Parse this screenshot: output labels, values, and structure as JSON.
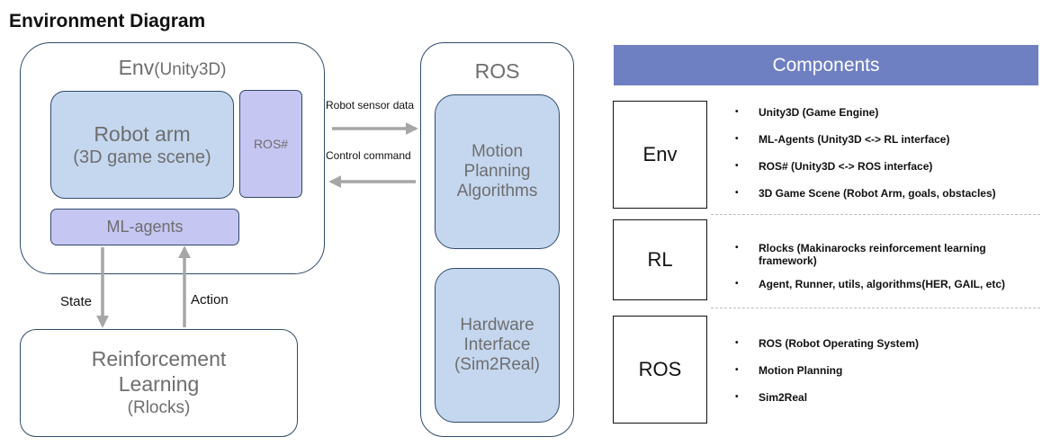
{
  "title": "Environment Diagram",
  "env": {
    "label_main": "Env",
    "label_sub": "(Unity3D)",
    "robot_arm_line1": "Robot arm",
    "robot_arm_line2": "(3D game scene)",
    "ros_sharp": "ROS#",
    "ml_agents": "ML-agents"
  },
  "ros": {
    "label": "ROS",
    "motion_lines": [
      "Motion",
      "Planning",
      "Algorithms"
    ],
    "hardware_lines": [
      "Hardware",
      "Interface",
      "(Sim2Real)"
    ]
  },
  "rl": {
    "line1": "Reinforcement",
    "line2": "Learning",
    "line3": "(Rlocks)"
  },
  "edges": {
    "robot_sensor_data": "Robot sensor data",
    "control_command": "Control command",
    "state": "State",
    "action": "Action"
  },
  "components": {
    "header": "Components",
    "groups": [
      {
        "name": "Env",
        "items": [
          "Unity3D (Game Engine)",
          "ML-Agents (Unity3D <-> RL interface)",
          "ROS# (Unity3D <-> ROS interface)",
          "3D Game Scene (Robot Arm, goals, obstacles)"
        ]
      },
      {
        "name": "RL",
        "items": [
          "Rlocks (Makinarocks reinforcement learning framework)",
          "Agent, Runner, utils, algorithms(HER, GAIL, etc)"
        ]
      },
      {
        "name": "ROS",
        "items": [
          "ROS (Robot Operating System)",
          "Motion Planning",
          "Sim2Real"
        ]
      }
    ]
  },
  "colors": {
    "blue_box": "#c5d7ef",
    "purple_box": "#c6c6f2",
    "header": "#6e7fc2",
    "arrow": "#a6a6a6"
  }
}
